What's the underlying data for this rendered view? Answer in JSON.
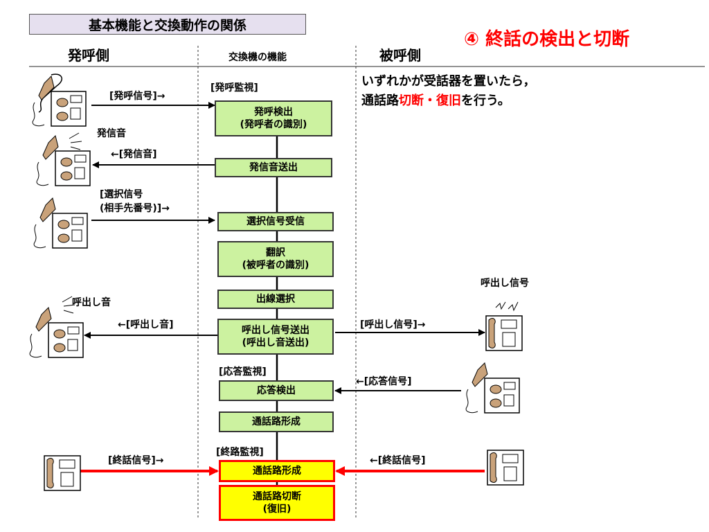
{
  "header": {
    "title": "基本機能と交換動作の関係",
    "step_title": "④ 終話の検出と切断"
  },
  "lanes": {
    "calling": "発呼側",
    "exchange": "交換機の機能",
    "called": "被呼側"
  },
  "description": {
    "line1": "いずれかが受話器を置いたら，",
    "line2_prefix": "通話路",
    "line2_red": "切断・復旧",
    "line2_suffix": "を行う。"
  },
  "boxes": {
    "call_detect": "発呼検出\n(発呼者の識別)",
    "dial_tone_send": "発信音送出",
    "select_receive": "選択信号受信",
    "translate": "翻訳\n(被呼者の識別)",
    "route_select": "出線選択",
    "ring_send": "呼出し信号送出\n(呼出し音送出)",
    "answer_detect": "応答検出",
    "path_form": "通話路形成",
    "path_form_2": "通話路形成",
    "path_cut": "通話路切断\n(復旧)"
  },
  "labels": {
    "call_monitor": "[発呼監視]",
    "call_signal": "[発呼信号]→",
    "dial_tone_title": "発信音",
    "dial_tone": "←[発信音]",
    "select_signal_1": "[選択信号",
    "select_signal_2": "(相手先番号)]→",
    "ring_tone_title": "呼出し音",
    "ring_tone": "←[呼出し音]",
    "ring_signal_title": "呼出し信号",
    "ring_signal": "[呼出し信号]→",
    "answer_monitor": "[応答監視]",
    "answer_signal": "←[応答信号]",
    "end_monitor": "[終路監視]",
    "end_signal_left": "[終話信号]→",
    "end_signal_right": "←[終話信号]"
  },
  "colors": {
    "box_fill": "#ccf2a0",
    "highlight_fill": "#ffff00",
    "highlight_border": "#ff0000",
    "accent_red": "#ff0000",
    "title_fill": "#e6e0ef"
  },
  "icons": [
    "phone-offhook-icon",
    "phone-ringing-icon",
    "phone-onhook-icon"
  ]
}
